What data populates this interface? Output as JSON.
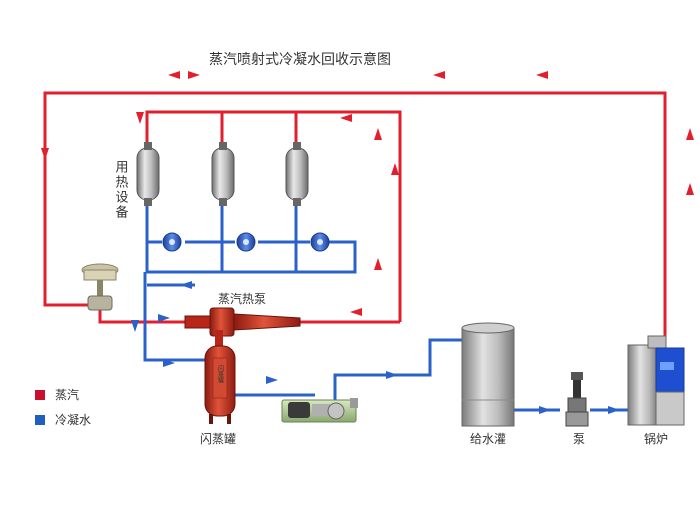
{
  "title": "蒸汽喷射式冷凝水回收示意图",
  "equipment_label": "用热设备",
  "labels": {
    "steam_heat_pump": "蒸汽热泵",
    "flash_tank": "闪蒸罐",
    "feed_tank": "给水灌",
    "pump": "泵",
    "boiler": "锅炉",
    "tank_plate": "闪蒸罐"
  },
  "legend": [
    {
      "label": "蒸汽",
      "color": "#c8102e"
    },
    {
      "label": "冷凝水",
      "color": "#1f5fbf"
    }
  ],
  "colors": {
    "steam": "#e0202e",
    "condensate": "#2a62c9",
    "vessel": "#9a9a9a",
    "tank_red": "#c62a1e"
  },
  "icons": [
    "valve-icon",
    "trap-icon",
    "pump-motor-icon",
    "boiler-icon"
  ]
}
